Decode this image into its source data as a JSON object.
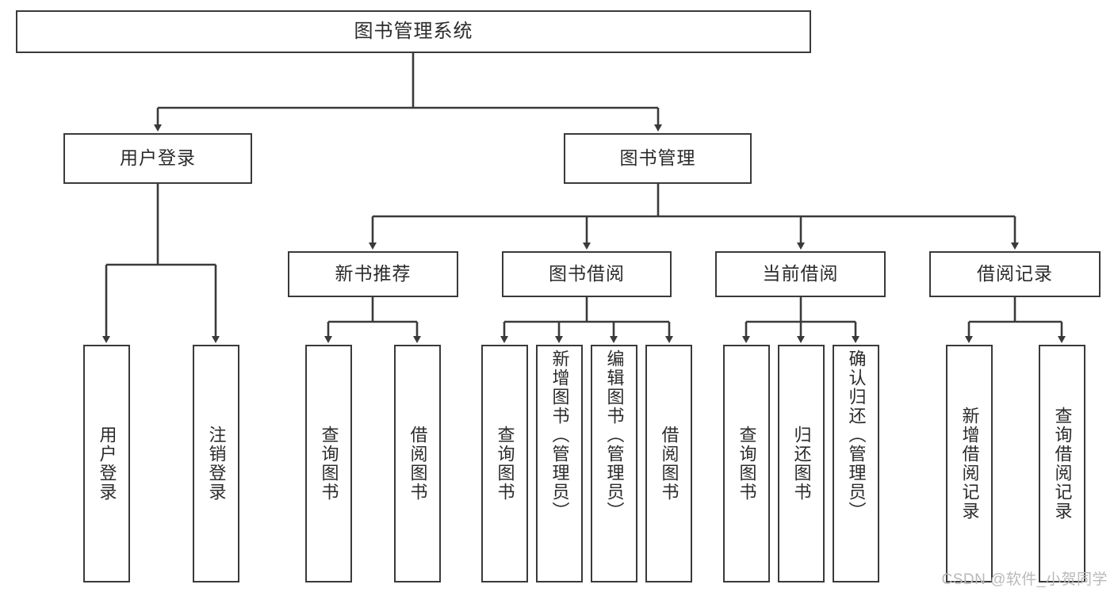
{
  "diagram": {
    "title": "图书管理系统",
    "type": "tree",
    "watermark": "CSDN @软件_小贺同学",
    "colors": {
      "box_border": "#3a3a3a",
      "box_fill": "#ffffff",
      "edge": "#3a3a3a",
      "text": "#2b2b2b",
      "watermark": "#b9b9b9"
    },
    "nodes": {
      "root": {
        "label": "图书管理系统"
      },
      "level2": [
        {
          "label": "用户登录"
        },
        {
          "label": "图书管理"
        }
      ],
      "level3": [
        {
          "label": "新书推荐"
        },
        {
          "label": "图书借阅"
        },
        {
          "label": "当前借阅"
        },
        {
          "label": "借阅记录"
        }
      ],
      "leaves": {
        "user_login": [
          {
            "label": "用户登录"
          },
          {
            "label": "注销登录"
          }
        ],
        "new_book": [
          {
            "label": "查询图书"
          },
          {
            "label": "借阅图书"
          }
        ],
        "borrow_book": [
          {
            "label": "查询图书"
          },
          {
            "label": "新增图书（管理员）"
          },
          {
            "label": "编辑图书（管理员）"
          },
          {
            "label": "借阅图书"
          }
        ],
        "current_borrow": [
          {
            "label": "查询图书"
          },
          {
            "label": "归还图书"
          },
          {
            "label": "确认归还（管理员）"
          }
        ],
        "borrow_record": [
          {
            "label": "新增借阅记录"
          },
          {
            "label": "查询借阅记录"
          }
        ]
      }
    }
  }
}
